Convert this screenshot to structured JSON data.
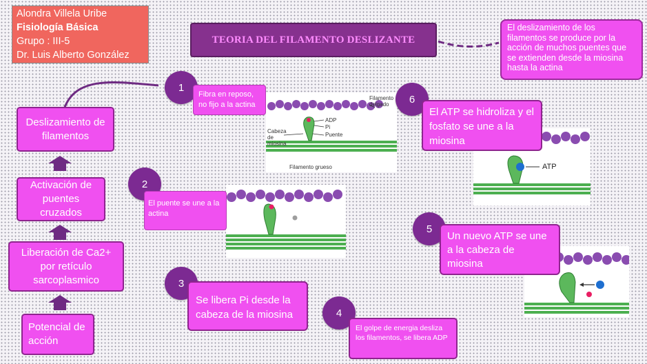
{
  "header": {
    "author": "Alondra Villela Uribe",
    "subject": "Fisiología Básica",
    "group": "Grupo : III-5",
    "teacher": "Dr. Luis Alberto González"
  },
  "title": "TEORIA DEL FILAMENTO DESLIZANTE",
  "summary": "El deslizamiento de los filamentos se produce por la acción de muchos puentes que se extienden desde la miosina hasta la actina",
  "flow": [
    "Deslizamiento de filamentos",
    "Activación de puentes cruzados",
    "Liberación de Ca2+ por retículo sarcoplasmico",
    "Potencial de acción"
  ],
  "steps": [
    {
      "num": "1",
      "text": "Fibra en reposo, no fijo a la actina"
    },
    {
      "num": "2",
      "text": "El puente se une a la actina"
    },
    {
      "num": "3",
      "text": "Se libera Pi desde la cabeza de la miosina"
    },
    {
      "num": "4",
      "text": "El golpe de energia desliza los filamentos, se libera ADP"
    },
    {
      "num": "5",
      "text": "Un nuevo ATP se une a la cabeza de miosina"
    },
    {
      "num": "6",
      "text": "El ATP se hidroliza y el fosfato se une a la miosina"
    }
  ],
  "figure1_labels": {
    "thin": "Filamento delgado",
    "adp": "ADP",
    "pi": "Pi",
    "head": "Cabeza de miosina",
    "bridge": "Puente",
    "thick": "Filamento grueso"
  },
  "figure6_label": "ATP",
  "colors": {
    "box_fill": "#f050f0",
    "box_border": "#8e248e",
    "circle": "#7c2a92",
    "header_fill": "#f0665e",
    "actin": "#8a4cb0",
    "myosin": "#5cb85c"
  }
}
